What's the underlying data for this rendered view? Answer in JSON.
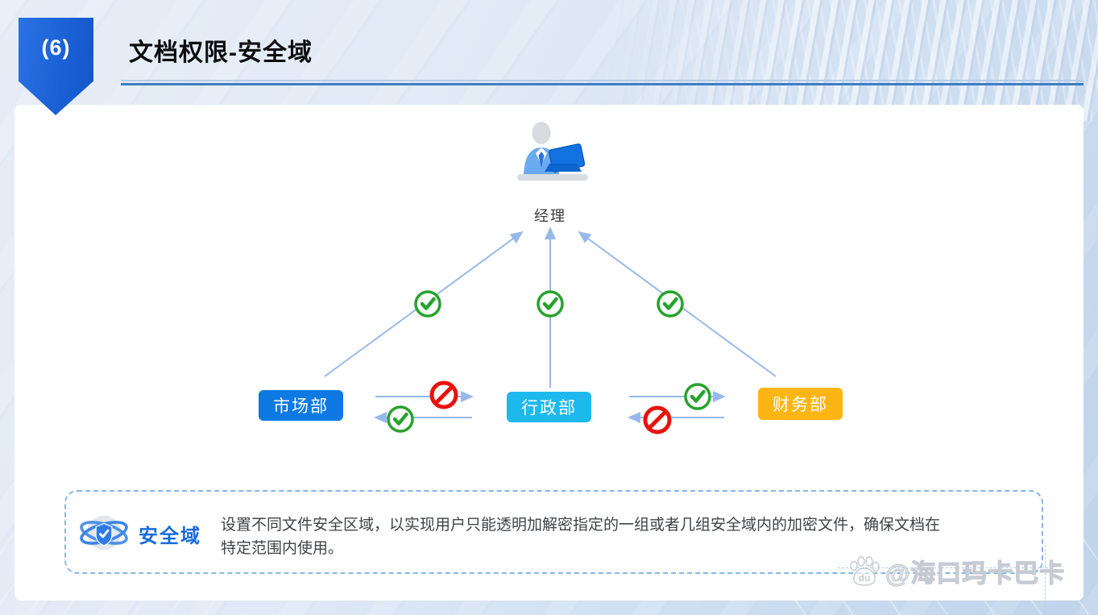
{
  "slide": {
    "badge_number": "(6)",
    "title": "文档权限-安全域",
    "accent_color": "#1a60d4",
    "rule_colors": {
      "thin": "#b7cde8",
      "thick": "#3f7cc4"
    }
  },
  "diagram": {
    "manager": {
      "label": "经理",
      "icon": "manager-at-laptop-icon"
    },
    "departments": [
      {
        "label": "市场部",
        "color": "#0e79e2"
      },
      {
        "label": "行政部",
        "color": "#1db9ed"
      },
      {
        "label": "财务部",
        "color": "#fcb514"
      }
    ],
    "flows": [
      {
        "from": "市场部",
        "to": "经理",
        "status": "allowed"
      },
      {
        "from": "行政部",
        "to": "经理",
        "status": "allowed"
      },
      {
        "from": "财务部",
        "to": "经理",
        "status": "allowed"
      },
      {
        "from": "市场部",
        "to": "行政部",
        "status": "blocked"
      },
      {
        "from": "行政部",
        "to": "市场部",
        "status": "allowed"
      },
      {
        "from": "行政部",
        "to": "财务部",
        "status": "allowed"
      },
      {
        "from": "财务部",
        "to": "行政部",
        "status": "blocked"
      }
    ],
    "status_colors": {
      "allowed": "#27a22d",
      "blocked": "#e8120c",
      "arrow": "#97b9ea"
    }
  },
  "info_box": {
    "icon": "security-domain-globe-shield-icon",
    "label": "安全域",
    "description": "设置不同文件安全区域，以实现用户只能透明加解密指定的一组或者几组安全域内的加密文件，确保文档在特定范围内使用。"
  },
  "watermark": {
    "icon": "baidu-paw-icon",
    "paw_text": "du",
    "text": "@海口玛卡巴卡"
  }
}
